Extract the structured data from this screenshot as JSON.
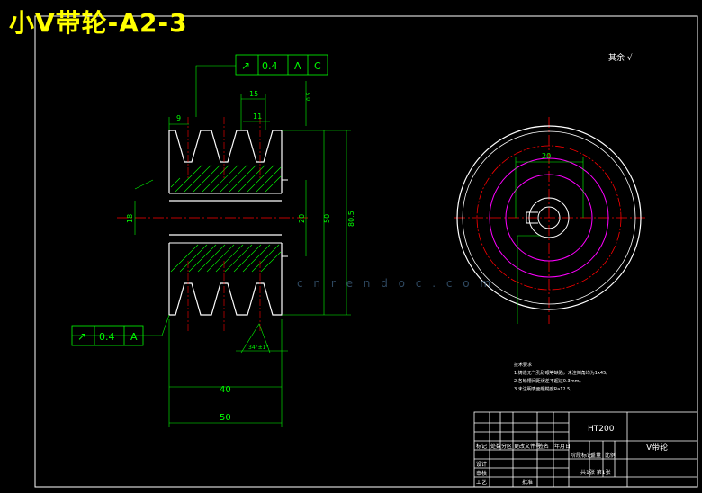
{
  "title": "小V带轮-A2-3",
  "roughness_note": "其余",
  "feature_controls": {
    "top": {
      "symbol": "↗",
      "value": "0.4",
      "datum1": "A",
      "datum2": "C"
    },
    "bottom": {
      "symbol": "↗",
      "value": "0.4",
      "datum1": "A"
    }
  },
  "dimensions": {
    "groove_pitch": "15",
    "groove_width": "11",
    "edge_offset": "9",
    "overall_dia": "80.5",
    "hub_dia": "50",
    "inner_len": "40",
    "total_len": "50",
    "bore": "18",
    "angle": "34°±1°",
    "right_dim": "20",
    "tolerance_small": "0.5"
  },
  "tech_notes": [
    "技术要求",
    "1.铸造无气孔砂眼等缺陷，未注倒角均为1x45。",
    "2.各轮槽间距误差不超过0.3mm。",
    "3.未注明表面粗糙度Ra12.5。"
  ],
  "title_block": {
    "material": "HT200",
    "part_name": "V带轮",
    "scale_row": "共1张 第1张",
    "labels": [
      "标记",
      "处数",
      "分区",
      "更改文件号",
      "签名",
      "年月日",
      "设计",
      "审核",
      "工艺",
      "批准",
      "阶段标记",
      "重量",
      "比例"
    ]
  },
  "watermark": "c n r e n d o c . c o m",
  "colors": {
    "background": "#000000",
    "outline": "#ffffff",
    "dimension": "#00ff00",
    "centerline": "#ff0000",
    "hatch": "#00ff00",
    "circle": "#ff00ff",
    "title": "#ffff00"
  }
}
